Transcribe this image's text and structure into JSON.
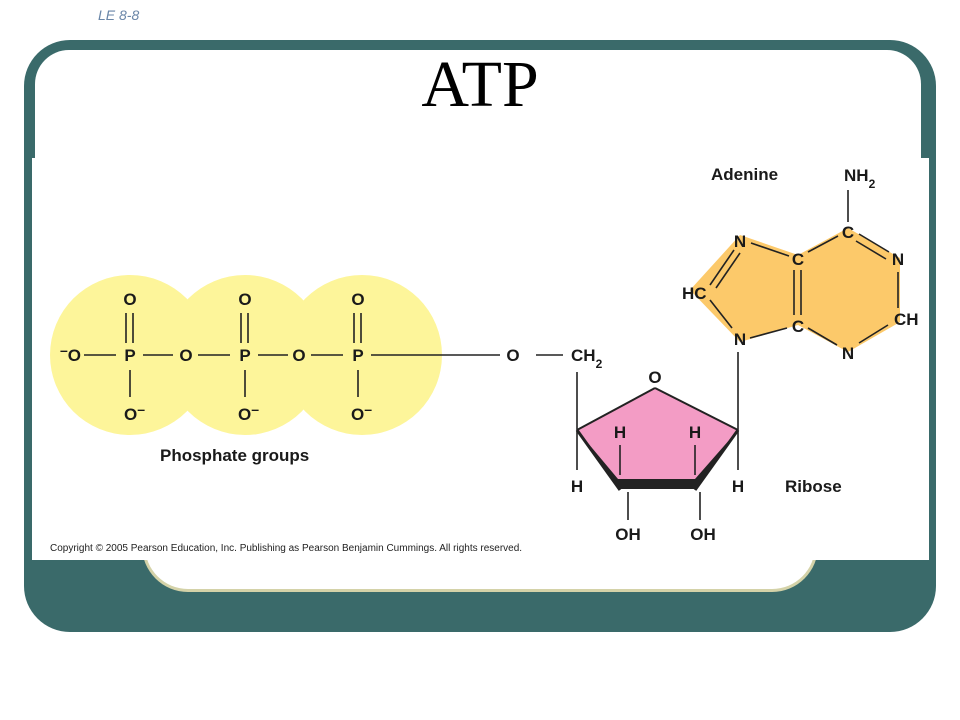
{
  "slide_label": "LE 8-8",
  "title": "ATP",
  "labels": {
    "adenine": "Adenine",
    "phosphate_groups": "Phosphate groups",
    "ribose": "Ribose"
  },
  "atoms": {
    "o": "O",
    "o_minus": "O",
    "p": "P",
    "n": "N",
    "c": "C",
    "h": "H",
    "hc": "HC",
    "ch": "CH",
    "oh": "OH",
    "ch2": "CH",
    "nh2": "NH",
    "sub2": "2",
    "minus": "–"
  },
  "colors": {
    "frame": "#3a6a6a",
    "phosphate_fill": "#fdf59a",
    "adenine_fill": "#fcc96a",
    "ribose_fill": "#f39cc5"
  },
  "copyright": "Copyright © 2005 Pearson Education, Inc. Publishing as Pearson Benjamin Cummings. All rights reserved."
}
